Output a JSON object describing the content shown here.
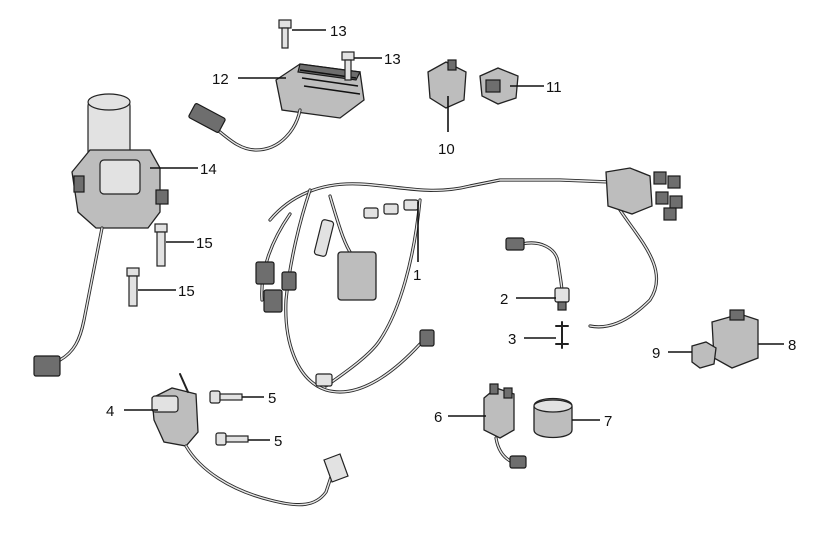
{
  "callouts": {
    "c1": "1",
    "c2": "2",
    "c3": "3",
    "c4": "4",
    "c5a": "5",
    "c5b": "5",
    "c6": "6",
    "c7": "7",
    "c8": "8",
    "c9": "9",
    "c10": "10",
    "c11": "11",
    "c12": "12",
    "c13a": "13",
    "c13b": "13",
    "c14": "14",
    "c15a": "15",
    "c15b": "15"
  },
  "colors": {
    "line": "#111111",
    "part_fill": "#bdbdbd",
    "background": "#ffffff"
  }
}
